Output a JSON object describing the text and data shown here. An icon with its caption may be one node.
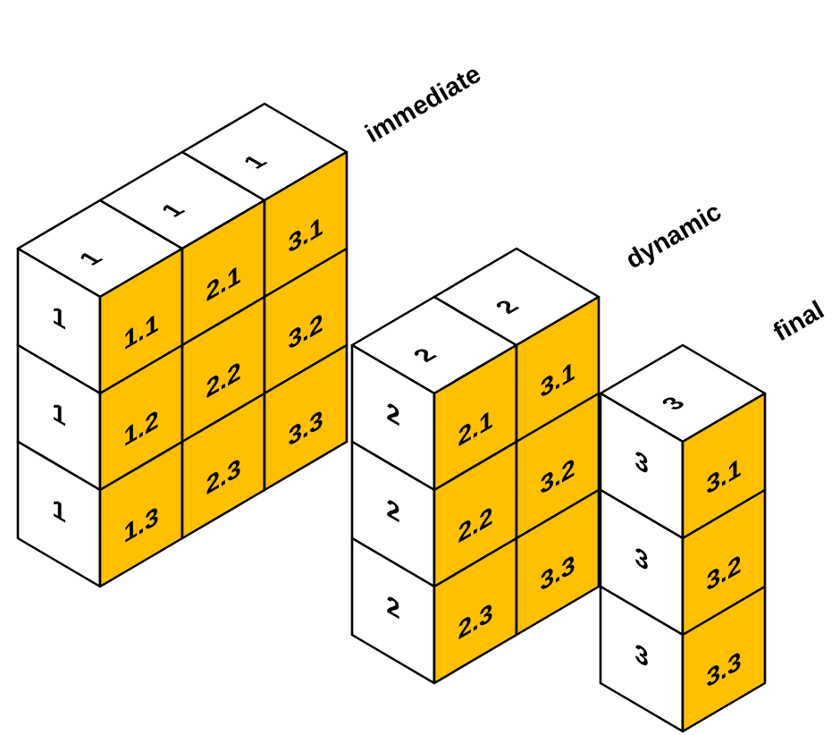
{
  "diagram": {
    "labels": [
      "immediate",
      "1",
      "1",
      "1",
      "1",
      "1",
      "1",
      "1.1",
      "2.1",
      "3.1",
      "1.2",
      "2.2",
      "3.2",
      "1.3",
      "2.3",
      "3.3",
      "dynamic",
      "2",
      "2",
      "2",
      "2",
      "2",
      "2.1",
      "3.1",
      "2.2",
      "3.2",
      "2.3",
      "3.3",
      "final",
      "3",
      "3",
      "3",
      "3",
      "3.1",
      "3.2",
      "3.3"
    ]
  }
}
